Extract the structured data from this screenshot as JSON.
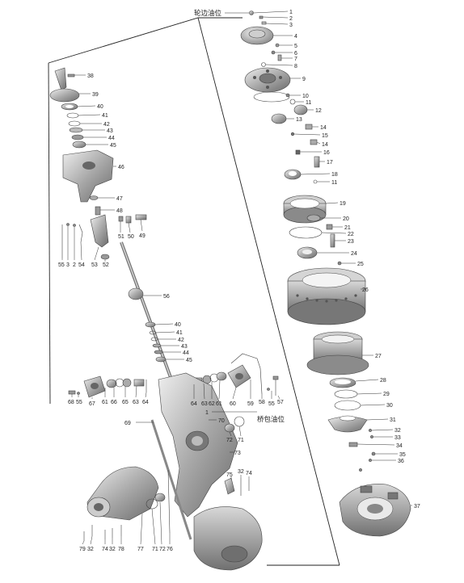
{
  "annotations": {
    "hub_oil_fill": "轮边油位",
    "axle_oil_fill": "桥包油位"
  },
  "labels": {
    "l1": "1",
    "l2": "2",
    "l3": "3",
    "l4": "4",
    "l5": "5",
    "l6": "6",
    "l7": "7",
    "l8": "8",
    "l9": "9",
    "l10": "10",
    "l11a": "11",
    "l12": "12",
    "l13": "13",
    "l14a": "14",
    "l15": "15",
    "l14b": "14",
    "l16": "16",
    "l17": "17",
    "l18": "18",
    "l11b": "11",
    "l19": "19",
    "l20": "20",
    "l21": "21",
    "l22": "22",
    "l23": "23",
    "l24": "24",
    "l25": "25",
    "l26": "26",
    "l27": "27",
    "l28": "28",
    "l29": "29",
    "l30": "30",
    "l31": "31",
    "l32a": "32",
    "l33": "33",
    "l34": "34",
    "l35": "35",
    "l36": "36",
    "l37": "37",
    "l38": "38",
    "l39": "39",
    "l40a": "40",
    "l41a": "41",
    "l42a": "42",
    "l43a": "43",
    "l44a": "44",
    "l45a": "45",
    "l46": "46",
    "l47": "47",
    "l48": "48",
    "l51": "51",
    "l50": "50",
    "l49": "49",
    "l55a": "55",
    "l3b": "3",
    "l2b": "2",
    "l54": "54",
    "l53": "53",
    "l52": "52",
    "l56": "56",
    "l40b": "40",
    "l41b": "41",
    "l42b": "42",
    "l43b": "43",
    "l44b": "44",
    "l45b": "45",
    "l68": "68",
    "l55b": "55",
    "l67": "67",
    "l61a": "61",
    "l66": "66",
    "l65a": "65",
    "l63a": "63",
    "l64a": "64",
    "l64b": "64",
    "l63b": "63",
    "l62": "62",
    "l61b": "61",
    "l60": "60",
    "l59": "59",
    "l58": "58",
    "l55c": "55",
    "l57": "57",
    "l1b": "1",
    "l70": "70",
    "l69": "69",
    "l72a": "72",
    "l71a": "71",
    "l73": "73",
    "l75": "75",
    "l32b": "32",
    "l74a": "74",
    "l79": "79",
    "l32c": "32",
    "l74b": "74",
    "l32d": "32",
    "l78": "78",
    "l77": "77",
    "l71b": "71",
    "l72b": "72",
    "l76": "76"
  },
  "colors": {
    "line": "#333333",
    "metal_dark": "#6d6d6d",
    "metal_mid": "#a8a8a8",
    "metal_light": "#d9d9d9"
  }
}
